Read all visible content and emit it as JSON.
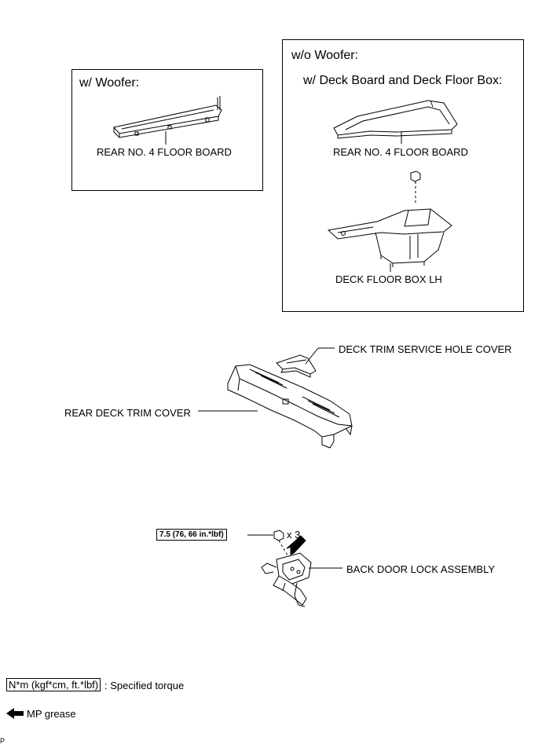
{
  "panel_left": {
    "title": "w/ Woofer:",
    "part_label": "REAR NO. 4 FLOOR BOARD"
  },
  "panel_right": {
    "title": "w/o Woofer:",
    "subtitle": "w/ Deck Board and Deck Floor Box:",
    "part_label_top": "REAR NO. 4 FLOOR BOARD",
    "part_label_bottom": "DECK FLOOR BOX LH"
  },
  "middle": {
    "service_cover_label": "DECK TRIM SERVICE HOLE COVER",
    "trim_cover_label": "REAR DECK TRIM COVER"
  },
  "lower": {
    "torque_value": "7.5 (76, 66 in.*lbf)",
    "quantity": "x 3",
    "lock_label": "BACK DOOR LOCK ASSEMBLY"
  },
  "legend": {
    "torque_unit": "N*m (kgf*cm, ft.*lbf)",
    "torque_text": ": Specified torque",
    "grease_text": "MP grease"
  },
  "corner_mark": "P"
}
